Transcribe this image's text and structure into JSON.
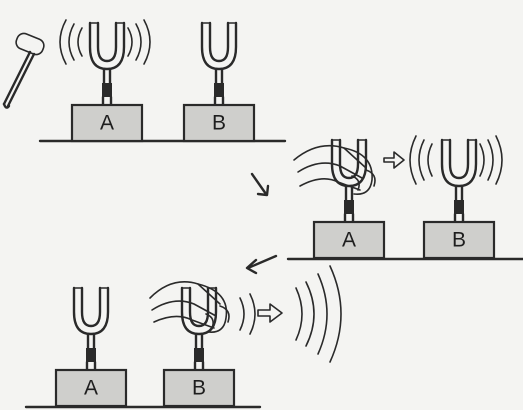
{
  "panels": [
    {
      "forks": [
        {
          "label": "A"
        },
        {
          "label": "B"
        }
      ]
    },
    {
      "forks": [
        {
          "label": "A"
        },
        {
          "label": "B"
        }
      ]
    },
    {
      "forks": [
        {
          "label": "A"
        },
        {
          "label": "B"
        }
      ]
    }
  ],
  "icons": {
    "mallet": "mallet-icon",
    "hand": "hand-icon",
    "sound_wave": "sound-wave-icon",
    "arrow": "arrow-icon"
  },
  "colors": {
    "ink": "#2a2a2a",
    "base_fill": "#cfcfcc",
    "background": "#f4f4f2"
  }
}
